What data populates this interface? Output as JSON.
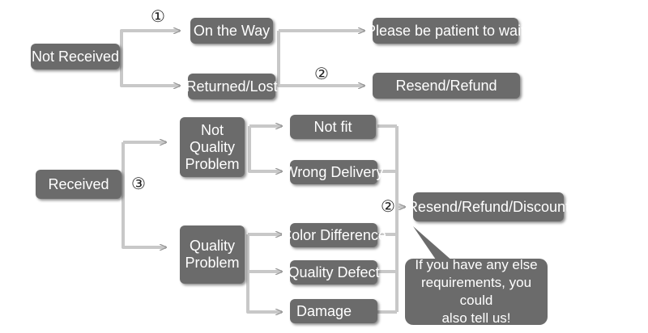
{
  "diagram": {
    "not_received": "Not Received",
    "on_the_way": "On the Way",
    "returned_lost": "Returned/Lost",
    "patient": "Please be patient to wait",
    "resend_refund": "Resend/Refund",
    "received": "Received",
    "not_quality": "Not\nQuality\nProblem",
    "not_fit": "Not fit",
    "wrong_delivery": "Wrong Delivery",
    "quality_problem": "Quality\nProblem",
    "color_difference": "Color Difference",
    "quality_defect": "Quality Defect",
    "damage": "Damage",
    "resend_refund_discount": "Resend/Refund/Discount",
    "note": "If you have any else\nrequirements, you could\nalso tell us!",
    "badges": {
      "one": "①",
      "two_top": "②",
      "three": "③",
      "two_bottom": "②"
    }
  },
  "colors": {
    "box": "#6b6b6b",
    "text": "#ffffff",
    "connector": "#c8c8c8"
  }
}
